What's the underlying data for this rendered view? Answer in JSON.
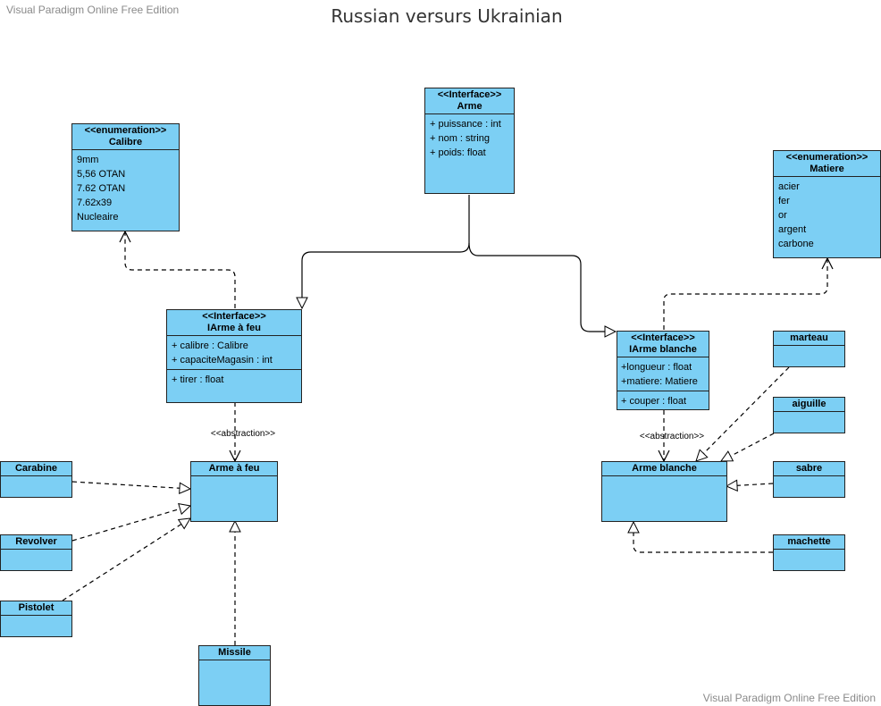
{
  "watermark_top": "Visual Paradigm Online Free Edition",
  "watermark_bottom": "Visual Paradigm Online Free Edition",
  "diagram_title": "Russian versurs Ukrainian",
  "colors": {
    "class_fill": "#7ccff4",
    "border": "#222222"
  },
  "classes": {
    "arme": {
      "stereotype": "<<Interface>>",
      "name": "Arme",
      "attributes": [
        "+ puissance : int",
        "+ nom : string",
        "+ poids: float"
      ]
    },
    "calibre": {
      "stereotype": "<<enumeration>>",
      "name": "Calibre",
      "literals": [
        "9mm",
        "5,56 OTAN",
        "7.62 OTAN",
        "7.62x39",
        "Nucleaire"
      ]
    },
    "matiere": {
      "stereotype": "<<enumeration>>",
      "name": "Matiere",
      "literals": [
        "acier",
        "fer",
        "or",
        "argent",
        "carbone"
      ]
    },
    "iarme_feu": {
      "stereotype": "<<Interface>>",
      "name": "IArme à feu",
      "attributes": [
        "+ calibre : Calibre",
        "+ capaciteMagasin : int"
      ],
      "operations": [
        "+ tirer : float"
      ]
    },
    "iarme_blanche": {
      "stereotype": "<<Interface>>",
      "name": "IArme blanche",
      "attributes": [
        "+longueur : float",
        "+matiere: Matiere"
      ],
      "operations": [
        "+ couper : float"
      ]
    },
    "arme_feu": {
      "name": "Arme à feu"
    },
    "arme_blanche": {
      "name": "Arme blanche"
    },
    "carabine": {
      "name": "Carabine"
    },
    "revolver": {
      "name": "Revolver"
    },
    "pistolet": {
      "name": "Pistolet"
    },
    "missile": {
      "name": "Missile"
    },
    "marteau": {
      "name": "marteau"
    },
    "aiguille": {
      "name": "aiguille"
    },
    "sabre": {
      "name": "sabre"
    },
    "machette": {
      "name": "machette"
    }
  },
  "connector_labels": {
    "abstraction_feu": "<<abstraction>>",
    "abstraction_blanche": "<<abstraction>>"
  }
}
